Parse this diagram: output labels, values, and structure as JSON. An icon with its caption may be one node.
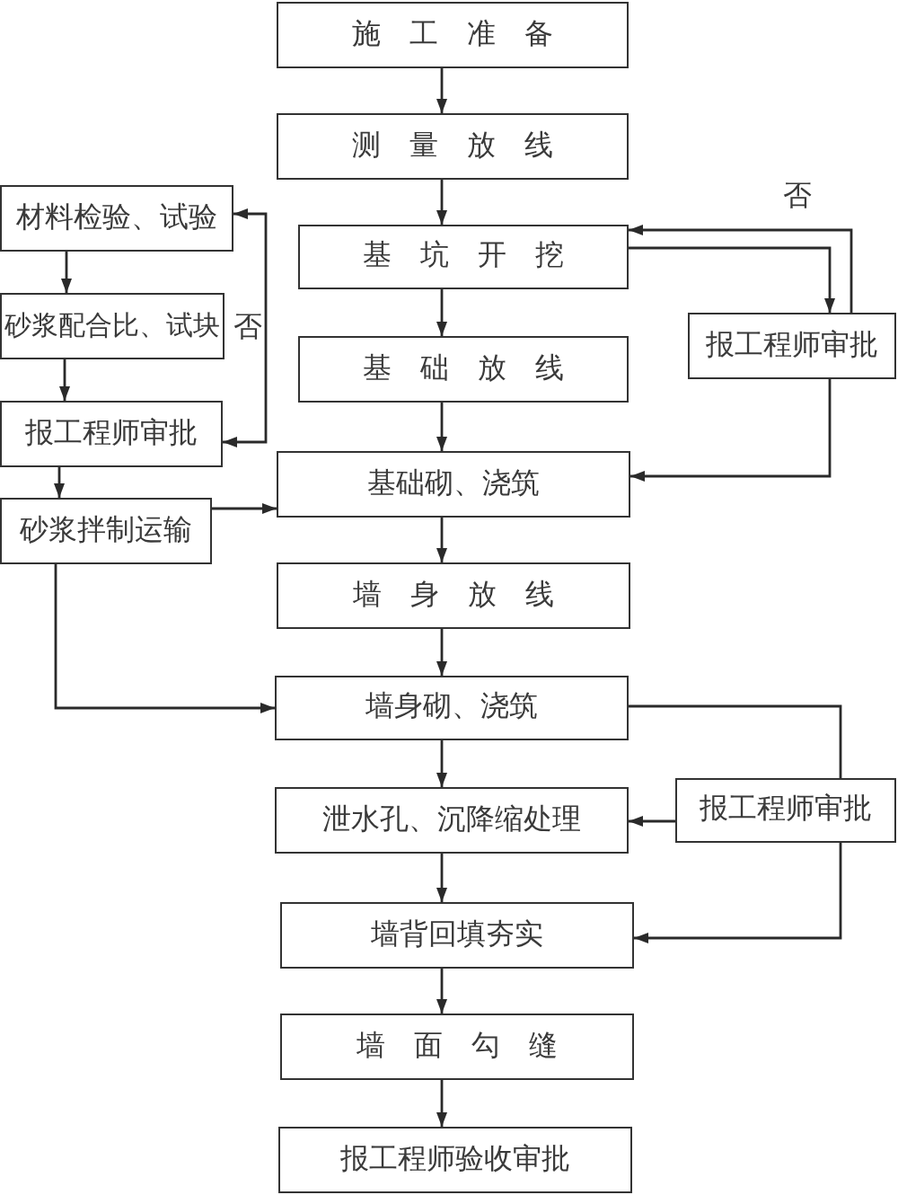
{
  "diagram": {
    "nodes": [
      {
        "text": [
          "施工准备"
        ]
      },
      {
        "text": [
          "测量放线"
        ]
      },
      {
        "text": [
          "基坑开挖"
        ]
      },
      {
        "text": [
          "基础放线"
        ]
      },
      {
        "text": [
          "基础砌、浇筑"
        ]
      },
      {
        "text": [
          "墙身放线"
        ]
      },
      {
        "text": [
          "墙身砌、浇筑"
        ]
      },
      {
        "text": [
          "泄水孔、沉降缩处理"
        ]
      },
      {
        "text": [
          "墙背回填夯实"
        ]
      },
      {
        "text": [
          "墙面勾缝"
        ]
      },
      {
        "text": [
          "报工程师验收审批"
        ]
      },
      {
        "text": [
          "材料检验、试验"
        ]
      },
      {
        "text": [
          "砂浆配合比、试块"
        ]
      },
      {
        "text": [
          "报工程师审批"
        ]
      },
      {
        "text": [
          "砂浆拌制运输"
        ]
      },
      {
        "text": [
          "报工程师审批"
        ]
      },
      {
        "text": [
          "报工程师审批"
        ]
      }
    ],
    "edges": [
      {
        "from": 0,
        "to": 1,
        "arrow": "to"
      },
      {
        "from": 1,
        "to": 2,
        "arrow": "to"
      },
      {
        "from": 2,
        "to": 3,
        "arrow": "to"
      },
      {
        "from": 3,
        "to": 4,
        "arrow": "to"
      },
      {
        "from": 4,
        "to": 5,
        "arrow": "to"
      },
      {
        "from": 5,
        "to": 6,
        "arrow": "to"
      },
      {
        "from": 6,
        "to": 7,
        "arrow": "to"
      },
      {
        "from": 7,
        "to": 8,
        "arrow": "to"
      },
      {
        "from": 8,
        "to": 9,
        "arrow": "to"
      },
      {
        "from": 9,
        "to": 10,
        "arrow": "to"
      },
      {
        "from": 11,
        "to": 12,
        "arrow": "to"
      },
      {
        "from": 12,
        "to": 13,
        "arrow": "to"
      },
      {
        "from": 13,
        "to": 14,
        "arrow": "to"
      },
      {
        "from": 14,
        "to": 4,
        "arrow": "to"
      },
      {
        "from": 14,
        "to": 6,
        "arrow": "to"
      },
      {
        "from": 13,
        "to": 11,
        "arrow": "both",
        "label": "否"
      },
      {
        "from": 2,
        "to": 15,
        "arrow": "to"
      },
      {
        "from": 15,
        "to": 2,
        "arrow": "to",
        "label": "否"
      },
      {
        "from": 15,
        "to": 4,
        "arrow": "to"
      },
      {
        "from": 6,
        "to": 16,
        "arrow": "none"
      },
      {
        "from": 16,
        "to": 7,
        "arrow": "to"
      },
      {
        "from": 16,
        "to": 8,
        "arrow": "to"
      }
    ]
  }
}
